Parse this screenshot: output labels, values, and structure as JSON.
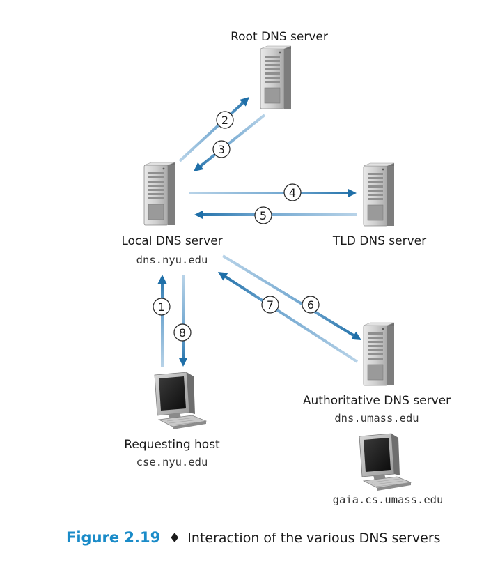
{
  "servers": {
    "root": {
      "label": "Root DNS server"
    },
    "local": {
      "label": "Local DNS server",
      "host": "dns.nyu.edu"
    },
    "tld": {
      "label": "TLD DNS server"
    },
    "authoritative": {
      "label": "Authoritative DNS server",
      "host": "dns.umass.edu"
    }
  },
  "hosts": {
    "requesting": {
      "label": "Requesting host",
      "host": "cse.nyu.edu"
    },
    "target": {
      "host": "gaia.cs.umass.edu"
    }
  },
  "steps": [
    "1",
    "2",
    "3",
    "4",
    "5",
    "6",
    "7",
    "8"
  ],
  "caption": {
    "figure": "Figure 2.19",
    "separator": "♦",
    "text": "Interaction of the various DNS servers"
  },
  "colors": {
    "arrow": "#1f6fa8",
    "arrow_light": "#b8d3e8",
    "caption_figure": "#1a8bc8"
  }
}
